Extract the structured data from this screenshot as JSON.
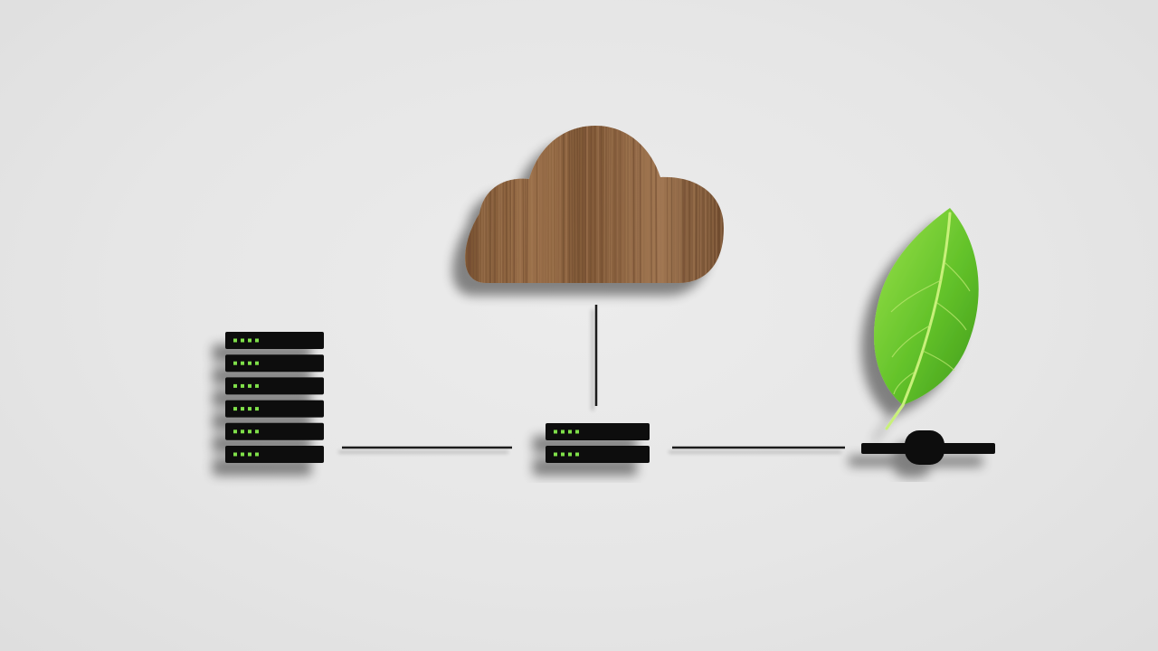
{
  "diagram": {
    "nodes": [
      {
        "id": "cloud",
        "kind": "cloud",
        "icon": "wood-cloud-icon",
        "material": "wood"
      },
      {
        "id": "server-rack",
        "kind": "server",
        "icon": "server-rack-icon",
        "units": 6,
        "leds_per_unit": 4
      },
      {
        "id": "network-switch",
        "kind": "server",
        "icon": "network-switch-icon",
        "units": 2,
        "leds_per_unit": 4
      },
      {
        "id": "network-node",
        "kind": "network-connector",
        "icon": "network-connector-icon"
      },
      {
        "id": "leaf",
        "kind": "leaf",
        "icon": "green-leaf-icon"
      }
    ],
    "connections": [
      {
        "from": "server-rack",
        "to": "network-switch"
      },
      {
        "from": "network-switch",
        "to": "network-node"
      },
      {
        "from": "cloud",
        "to": "network-switch"
      }
    ]
  },
  "colors": {
    "background": "#e8e8e8",
    "device_body": "#0d0d0d",
    "led": "#7fe04a",
    "line": "#1a1a1a",
    "wood_dark": "#6e4a2e",
    "wood_light": "#a57a55",
    "leaf_light": "#8fdc3a",
    "leaf_dark": "#3f9a1a"
  }
}
